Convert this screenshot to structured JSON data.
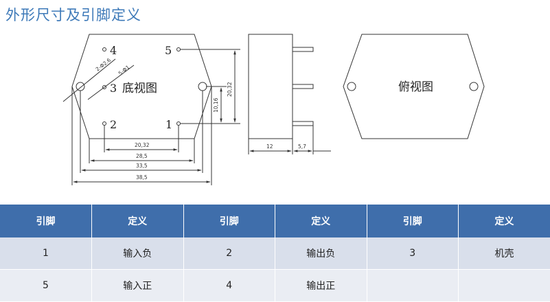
{
  "title": "外形尺寸及引脚定义",
  "bottom_view": {
    "label": "底视图",
    "pins": [
      "4",
      "3",
      "2",
      "5",
      "1"
    ],
    "hole_dim": "2-Φ2.6",
    "pin_dim": "5-Φ1",
    "dim_20_32_h": "20,32",
    "dim_28_5": "28,5",
    "dim_33_5": "33,5",
    "dim_38_5": "38,5",
    "dim_20_32_v": "20,32",
    "dim_10_16": "10,16"
  },
  "side_view": {
    "dim_12": "12",
    "dim_5_7": "5,7"
  },
  "top_view": {
    "label": "俯视图"
  },
  "table": {
    "headers": [
      "引脚",
      "定义",
      "引脚",
      "定义",
      "引脚",
      "定义"
    ],
    "rows": [
      [
        "1",
        "输入负",
        "2",
        "输出负",
        "3",
        "机壳"
      ],
      [
        "5",
        "输入正",
        "4",
        "输出正",
        "",
        ""
      ]
    ]
  }
}
